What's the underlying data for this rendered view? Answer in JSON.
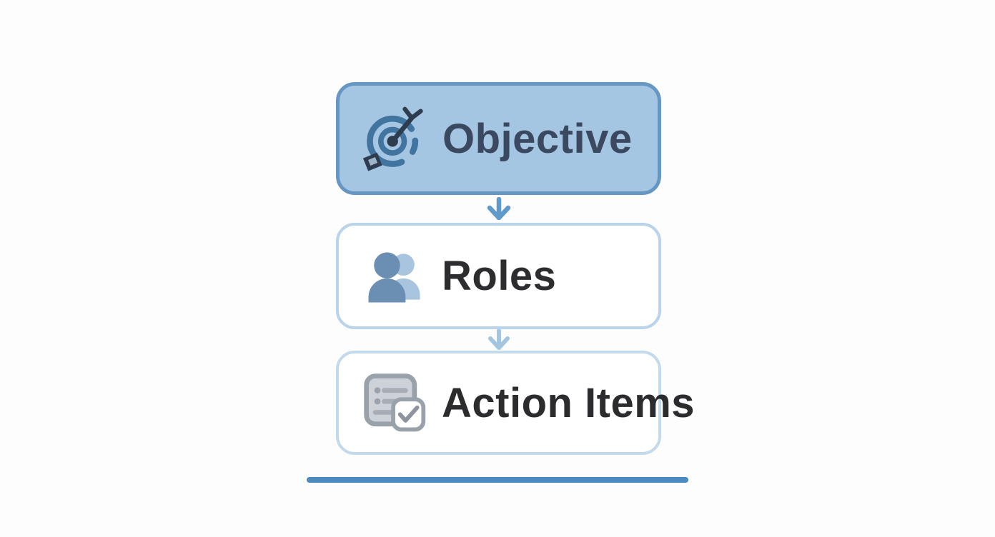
{
  "diagram": {
    "type": "vertical-flow",
    "nodes": [
      {
        "id": "objective",
        "label": "Objective",
        "icon": "target-icon",
        "fill_color": "#a4c6e2",
        "border_color": "#6697c3",
        "text_color": "#3b4960",
        "highlighted": true
      },
      {
        "id": "roles",
        "label": "Roles",
        "icon": "people-icon",
        "fill_color": "#ffffff",
        "border_color": "#b9d3ea",
        "text_color": "#2d2d30",
        "highlighted": false
      },
      {
        "id": "action_items",
        "label": "Action Items",
        "icon": "checklist-check-icon",
        "fill_color": "#ffffff",
        "border_color": "#c3d9ec",
        "text_color": "#2c2c2f",
        "highlighted": false
      }
    ],
    "connectors": [
      {
        "from": "objective",
        "to": "roles",
        "shape": "arrow-down",
        "color": "#5f9acb"
      },
      {
        "from": "roles",
        "to": "action_items",
        "shape": "arrow-down",
        "color": "#a4c5e2"
      }
    ],
    "footer_rule": {
      "color": "#4c89bd"
    }
  }
}
